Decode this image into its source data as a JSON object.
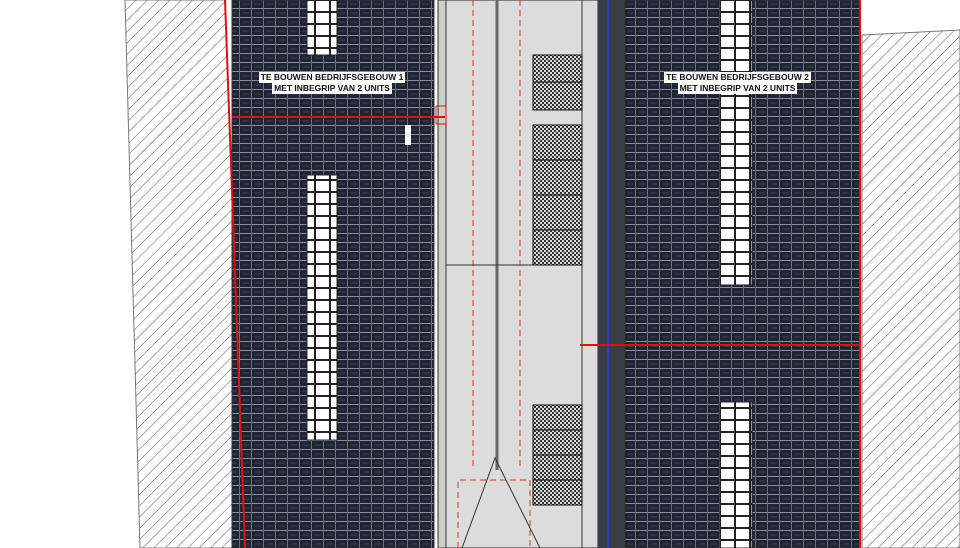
{
  "drawing": {
    "building_1": {
      "line1": "TE BOUWEN BEDRIJFSGEBOUW 1",
      "line2": "MET INBEGRIP VAN 2 UNITS"
    },
    "building_2": {
      "line1": "TE BOUWEN BEDRIJFSGEBOUW 2",
      "line2": "MET INBEGRIP VAN 2 UNITS"
    }
  },
  "colors": {
    "boundary": "#e01010",
    "solar_panels": "#1f2534",
    "road": "#dcdcdc",
    "parking": "#555555",
    "blue_line": "#2a3bd0"
  }
}
